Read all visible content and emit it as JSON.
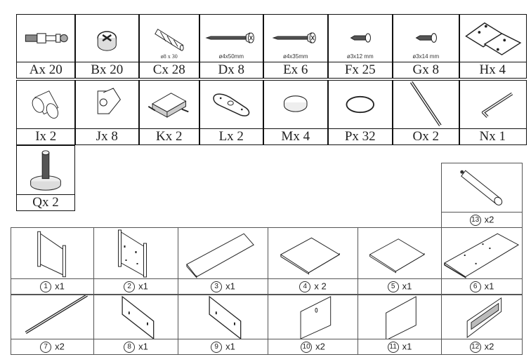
{
  "hardware": [
    {
      "id": "A",
      "label": "Ax 20",
      "icon": "cam-bolt-icon"
    },
    {
      "id": "B",
      "label": "Bx 20",
      "icon": "cam-lock-icon"
    },
    {
      "id": "C",
      "label": "Cx 28",
      "spec": "ø8 x 30",
      "icon": "wood-dowel-icon"
    },
    {
      "id": "D",
      "label": "Dx 8",
      "spec": "ø4x50mm",
      "icon": "long-screw-icon"
    },
    {
      "id": "E",
      "label": "Ex 6",
      "spec": "ø4x35mm",
      "icon": "medium-screw-icon"
    },
    {
      "id": "F",
      "label": "Fx 25",
      "spec": "ø3x12 mm",
      "icon": "short-screw-icon"
    },
    {
      "id": "G",
      "label": "Gx 8",
      "spec": "ø3x14 mm",
      "icon": "short-screw-icon"
    },
    {
      "id": "H",
      "label": "Hx 4",
      "icon": "hinge-icon"
    },
    {
      "id": "I",
      "label": "Ix 2",
      "icon": "knob-icon"
    },
    {
      "id": "J",
      "label": "Jx 8",
      "icon": "shelf-bracket-icon"
    },
    {
      "id": "K",
      "label": "Kx 2",
      "icon": "magnetic-catch-icon"
    },
    {
      "id": "L",
      "label": "Lx 2",
      "icon": "connector-plate-icon"
    },
    {
      "id": "M",
      "label": "Mx 4",
      "icon": "felt-pad-icon"
    },
    {
      "id": "P",
      "label": "Px 32",
      "icon": "cover-cap-icon"
    },
    {
      "id": "O",
      "label": "Ox 2",
      "icon": "rod-icon"
    },
    {
      "id": "N",
      "label": "Nx 1",
      "icon": "allen-key-icon"
    },
    {
      "id": "Q",
      "label": "Qx 2",
      "icon": "leveling-foot-icon"
    }
  ],
  "parts": [
    {
      "num": "1",
      "qty": "x1",
      "icon": "side-frame-icon"
    },
    {
      "num": "2",
      "qty": "x1",
      "icon": "side-frame-drilled-icon"
    },
    {
      "num": "3",
      "qty": "x1",
      "icon": "long-panel-icon"
    },
    {
      "num": "4",
      "qty": "x 2",
      "icon": "square-panel-icon"
    },
    {
      "num": "5",
      "qty": "x1",
      "icon": "square-panel-icon"
    },
    {
      "num": "6",
      "qty": "x1",
      "icon": "top-panel-icon"
    },
    {
      "num": "7",
      "qty": "x2",
      "icon": "rail-icon"
    },
    {
      "num": "8",
      "qty": "x1",
      "icon": "side-panel-icon"
    },
    {
      "num": "9",
      "qty": "x1",
      "icon": "side-panel-icon"
    },
    {
      "num": "10",
      "qty": "x2",
      "icon": "door-panel-icon"
    },
    {
      "num": "11",
      "qty": "x1",
      "icon": "back-panel-icon"
    },
    {
      "num": "12",
      "qty": "x2",
      "icon": "vent-panel-icon"
    },
    {
      "num": "13",
      "qty": "x2",
      "icon": "leg-cylinder-icon"
    }
  ]
}
